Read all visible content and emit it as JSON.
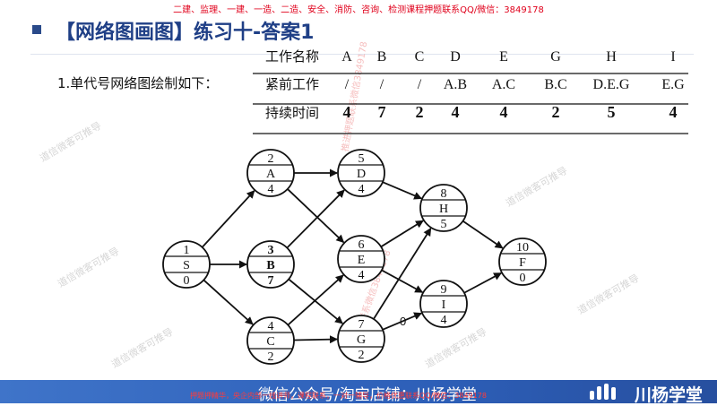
{
  "banner": "二建、监理、一建、一造、二造、安全、消防、咨询、检测课程押题联系QQ/微信：3849178",
  "title": "【网络图画图】练习十-答案1",
  "intro": "1.单代号网络图绘制如下：",
  "table": {
    "row_headers": [
      "工作名称",
      "紧前工作",
      "持续时间"
    ],
    "names": [
      "A",
      "B",
      "C",
      "D",
      "E",
      "G",
      "H",
      "I"
    ],
    "predecessors": [
      "/",
      "/",
      "/",
      "A.B",
      "A.C",
      "B.C",
      "D.E.G",
      "E.G"
    ],
    "durations": [
      "4",
      "7",
      "2",
      "4",
      "4",
      "2",
      "5",
      "4"
    ]
  },
  "nodes": [
    {
      "id": "n1",
      "num": "1",
      "name": "S",
      "dur": "0"
    },
    {
      "id": "n2",
      "num": "2",
      "name": "A",
      "dur": "4"
    },
    {
      "id": "n3",
      "num": "3",
      "name": "B",
      "dur": "7"
    },
    {
      "id": "n4",
      "num": "4",
      "name": "C",
      "dur": "2"
    },
    {
      "id": "n5",
      "num": "5",
      "name": "D",
      "dur": "4"
    },
    {
      "id": "n6",
      "num": "6",
      "name": "E",
      "dur": "4"
    },
    {
      "id": "n7",
      "num": "7",
      "name": "G",
      "dur": "2"
    },
    {
      "id": "n8",
      "num": "8",
      "name": "H",
      "dur": "5"
    },
    {
      "id": "n9",
      "num": "9",
      "name": "I",
      "dur": "4"
    },
    {
      "id": "n10",
      "num": "10",
      "name": "F",
      "dur": "0"
    }
  ],
  "edge_label_zero": "0",
  "watermarks": [
    "道信微客可推导",
    "道信微客可推导",
    "道信微客可推导",
    "道信微客可推导",
    "道信微客可推导",
    "道信微客可推导"
  ],
  "red_watermark": "推进押题联系微信3849178",
  "footer": {
    "main": "微信公众号/淘宝店铺：川杨学堂",
    "red": "押题押精华，央企内部一线讲师，课程联系，一对一辅导，价格优惠联系QQ/微信：3849178",
    "brand": "川杨学堂"
  }
}
